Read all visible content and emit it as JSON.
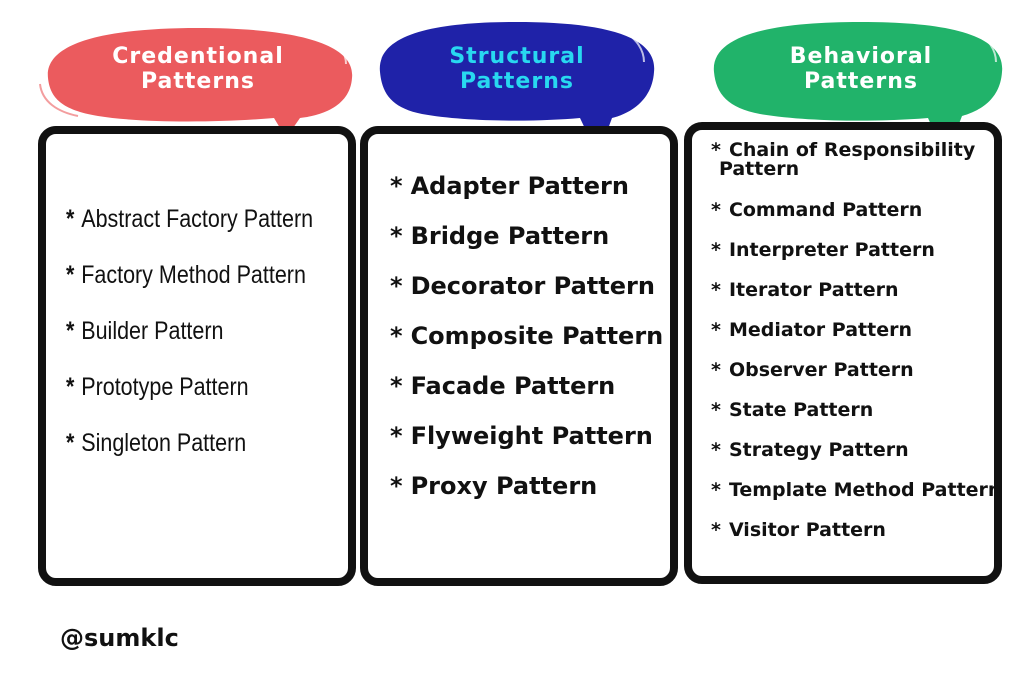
{
  "columns": [
    {
      "title_line1": "Credentional",
      "title_line2": "Patterns",
      "bubble_color": "#EB5B5E",
      "title_color": "#FFFFFF",
      "items": [
        "Abstract Factory  Pattern",
        "Factory Method Pattern",
        "Builder Pattern",
        "Prototype Pattern",
        "Singleton Pattern"
      ]
    },
    {
      "title_line1": "Structural",
      "title_line2": "Patterns",
      "bubble_color": "#1F22A8",
      "title_color": "#28D8F0",
      "items": [
        "Adapter Pattern",
        "Bridge Pattern",
        "Decorator Pattern",
        "Composite Pattern",
        "Facade Pattern",
        "Flyweight Pattern",
        "Proxy Pattern"
      ]
    },
    {
      "title_line1": "Behavioral",
      "title_line2": "Patterns",
      "bubble_color": "#21B36A",
      "title_color": "#FFFFFF",
      "items": [
        "Chain of Responsibility",
        "Command  Pattern",
        "Interpreter Pattern",
        "Iterator Pattern",
        "Mediator Pattern",
        "Observer Pattern",
        "State Pattern",
        "Strategy Pattern",
        "Template Method Pattern",
        "Visitor Pattern"
      ],
      "first_item_continuation": "Pattern"
    }
  ],
  "bullet": "*",
  "handle": "@sumklc"
}
